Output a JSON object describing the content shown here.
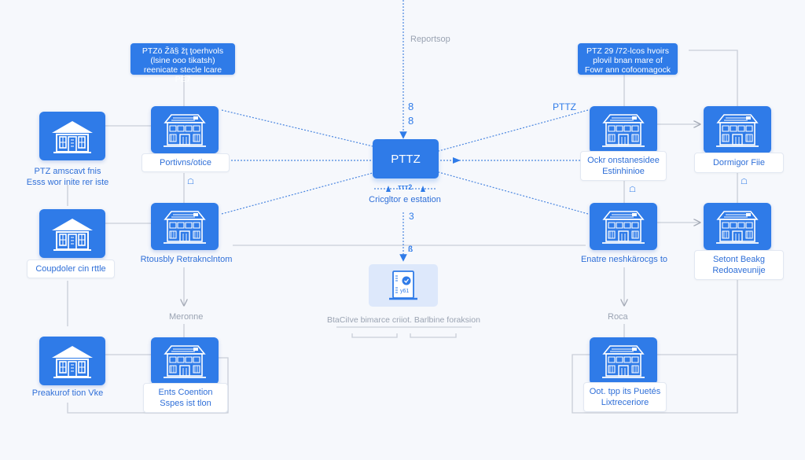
{
  "diagram": {
    "callouts": {
      "left": {
        "lines": [
          "PTZö Žǎ§ žţ ţoerhvols",
          "(lsine ooo tikatsh)",
          "reenicate stecle lcare PE7"
        ]
      },
      "right": {
        "lines": [
          "PTZ 29 /72-lcos hvoirs",
          "plovil bnan mare of",
          "Fowr ann cofoomagock"
        ]
      }
    },
    "hub": {
      "label": "PTTZ",
      "top_label": "Reportsop",
      "number_top": [
        "8",
        "8"
      ],
      "under_mark": "ттт2",
      "caption": "Cricgltor e estation",
      "number_below": "3"
    },
    "report": {
      "icon": "report-document-icon",
      "badge_text": "y61",
      "caption": "BtaCiIve bimarce criiot. Barlbine foraksion",
      "marker": "ß"
    },
    "edge_labels": {
      "right_top": "PTTZ",
      "left_mid": "Meronne",
      "right_mid": "Roca"
    },
    "left_column": [
      {
        "lines": [
          "PTZ amscavt fnis",
          "Esss wor inite rer iste"
        ],
        "icon": "house-icon",
        "boxed": false
      },
      {
        "lines": [
          "Coupdoler cin rttle"
        ],
        "icon": "house-icon",
        "boxed": true
      },
      {
        "lines": [
          "Preakurof tion Vke"
        ],
        "icon": "house-icon",
        "boxed": false
      }
    ],
    "left_inner": [
      {
        "lines": [
          "Portivns/otice"
        ],
        "icon": "building-icon",
        "boxed": true
      },
      {
        "lines": [
          "Rtousbly Retraknclntom"
        ],
        "icon": "building-icon",
        "boxed": false
      },
      {
        "lines": [
          "Ents Coention",
          "Sspes ist tlon"
        ],
        "icon": "building-icon",
        "boxed": true
      }
    ],
    "right_inner": [
      {
        "lines": [
          "Ockr onstanesidee",
          "Estinhinioe"
        ],
        "icon": "building-icon",
        "boxed": true
      },
      {
        "lines": [
          "Enatre neshkärocgs to"
        ],
        "icon": "building-icon",
        "boxed": false
      },
      {
        "lines": [
          "Oot. tpp its Puetés",
          "Lixtreceriore"
        ],
        "icon": "building-icon",
        "boxed": true
      }
    ],
    "right_column": [
      {
        "lines": [
          "Dormigor Fiie"
        ],
        "icon": "building-icon",
        "boxed": true
      },
      {
        "lines": [
          "Setont Beakg",
          "Redoaveunije"
        ],
        "icon": "building-icon",
        "boxed": true
      }
    ],
    "colors": {
      "accent": "#2f7be8",
      "text_blue": "#2f6fd8",
      "connector": "#c7ccd6",
      "dotted": "#4a86e0",
      "background": "#f6f8fc"
    }
  }
}
